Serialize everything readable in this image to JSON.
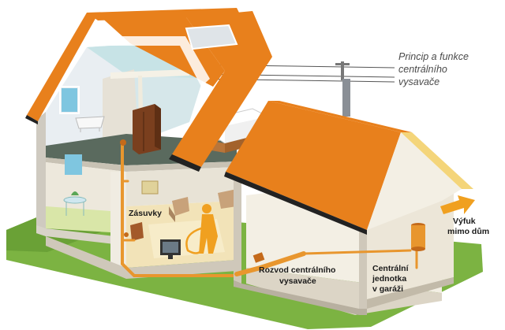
{
  "title": {
    "line1": "Princip a funkce",
    "line2": "centrálního",
    "line3": "vysavače"
  },
  "labels": {
    "outlets": "Zásuvky",
    "distribution_line1": "Rozvod centrálního",
    "distribution_line2": "vysavače",
    "unit_line1": "Centrální",
    "unit_line2": "jednotka",
    "unit_line3": "v garáži",
    "exhaust_line1": "Výfuk",
    "exhaust_line2": "mimo dům"
  },
  "colors": {
    "roof": "#e8801c",
    "pipe": "#e8962e",
    "wall": "#f3efe4",
    "grass": "#7cb342",
    "accent": "#f0a020"
  }
}
